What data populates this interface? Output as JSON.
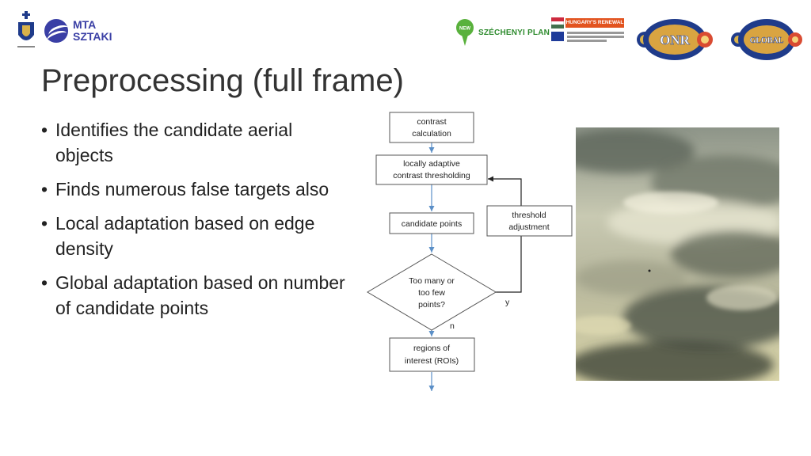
{
  "slide": {
    "title": "Preprocessing (full frame)",
    "bullets": [
      "Identifies the candidate aerial objects",
      "Finds numerous false targets also",
      "Local adaptation based on edge density",
      "Global adaptation based on number of candidate points"
    ]
  },
  "logos": {
    "mta_line1": "MTA",
    "mta_line2": "SZTAKI",
    "szechenyi_badge": "NEW",
    "szechenyi": "SZÉCHENYI PLAN",
    "hungary_banner": "HUNGARY'S RENEWAL",
    "onr": "ONR",
    "onr_global": "GLOBAL"
  },
  "flowchart": {
    "box1_line1": "contrast",
    "box1_line2": "calculation",
    "box2_line1": "locally adaptive",
    "box2_line2": "contrast  thresholding",
    "box3": "candidate points",
    "box4_line1": "threshold",
    "box4_line2": "adjustment",
    "diamond_line1": "Too many or",
    "diamond_line2": "too few",
    "diamond_line3": "points?",
    "yes_label": "y",
    "no_label": "n",
    "box5_line1": "regions of",
    "box5_line2": "interest (ROIs)"
  },
  "colors": {
    "title": "#333333",
    "flow_arrow": "#5b8fc7"
  }
}
